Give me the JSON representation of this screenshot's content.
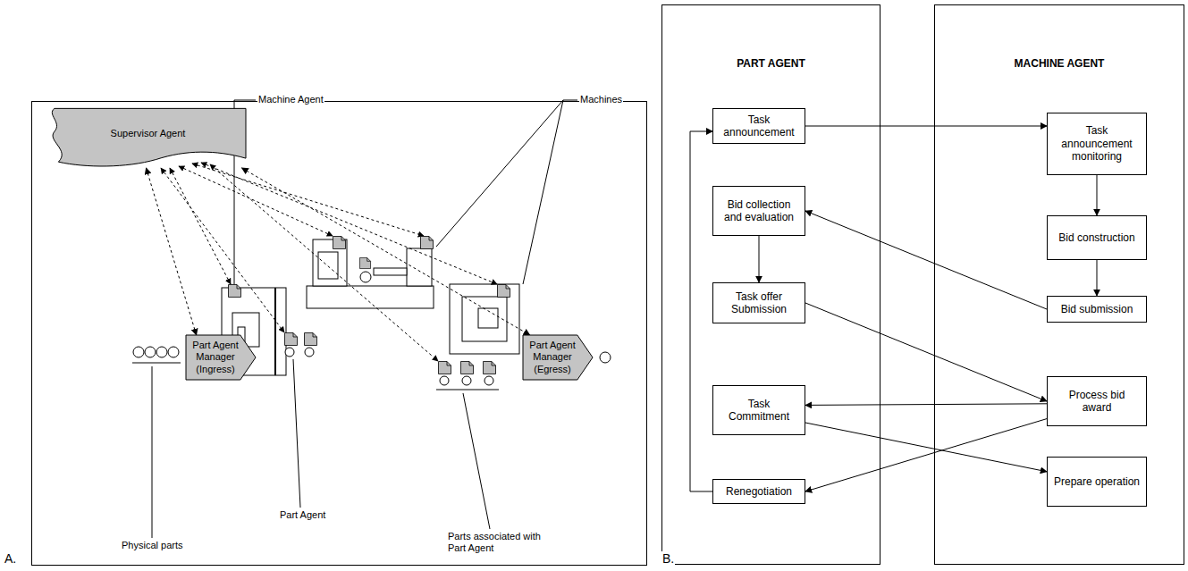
{
  "diagram": {
    "nodes": [
      {
        "text": [
          "Supervisor Agent"
        ]
      },
      {
        "text": [
          "Part Agent Manager (Ingress)"
        ]
      },
      {
        "text": [
          "Part Agent Manager (Egress)"
        ]
      },
      {
        "text": [
          "PART AGENT"
        ]
      },
      {
        "text": [
          "Task announcement"
        ],
        "in": 3
      },
      {
        "text": [
          "Bid collection and evaluation"
        ],
        "in": 3
      },
      {
        "text": [
          "Task offer Submission"
        ],
        "in": 3
      },
      {
        "text": [
          "Task Commitment"
        ],
        "in": 3
      },
      {
        "text": [
          "Renegotiation"
        ],
        "in": 3
      },
      {
        "text": [
          "MACHINE AGENT"
        ]
      },
      {
        "text": [
          "Task announcement monitoring"
        ],
        "in": 9
      },
      {
        "text": [
          "Bid construction"
        ],
        "in": 9
      },
      {
        "text": [
          "Bid submission"
        ],
        "in": 9
      },
      {
        "text": [
          "Process bid award"
        ],
        "in": 9
      },
      {
        "text": [
          "Prepare operation"
        ],
        "in": 9
      }
    ],
    "edges": [
      {
        "from": 0,
        "to": 1,
        "arrow": "both"
      },
      {
        "from": 0,
        "to": 2,
        "arrow": "both"
      },
      {
        "from": 4,
        "to": 10,
        "arrow": "to"
      },
      {
        "from": 10,
        "to": 11,
        "arrow": "to"
      },
      {
        "from": 11,
        "to": 12,
        "arrow": "to"
      },
      {
        "from": 12,
        "to": 5,
        "arrow": "to"
      },
      {
        "from": 5,
        "to": 6,
        "arrow": "to"
      },
      {
        "from": 6,
        "to": 13,
        "arrow": "to"
      },
      {
        "from": 13,
        "to": 7,
        "arrow": "to"
      },
      {
        "from": 13,
        "to": 8,
        "arrow": "to"
      },
      {
        "from": 7,
        "to": 14,
        "arrow": "to"
      },
      {
        "from": 8,
        "to": 4,
        "arrow": "to"
      }
    ],
    "labels": [
      "Machine Agent",
      "Machines",
      "Part Agent",
      "Physical parts",
      "Parts associated with Part Agent",
      "A.",
      "B."
    ]
  }
}
